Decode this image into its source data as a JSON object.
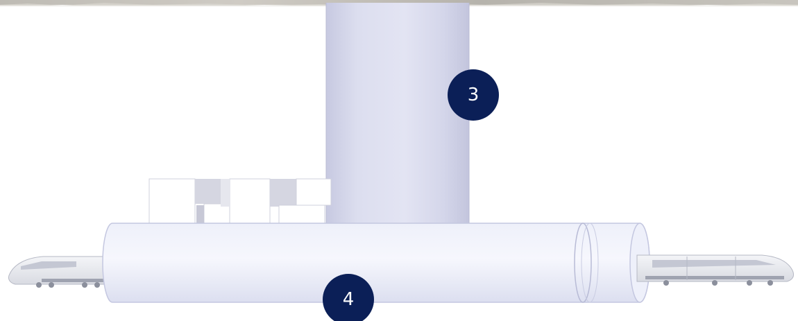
{
  "markers": [
    {
      "label": "3",
      "target": "vertical-shaft"
    },
    {
      "label": "4",
      "target": "horizontal-tunnel"
    }
  ],
  "colors": {
    "marker_fill": "#0b1f57",
    "marker_text": "#ffffff",
    "shaft_light": "#e2e3f2",
    "shaft_mid": "#d4d6eb",
    "shaft_dark": "#b9bbd3",
    "tunnel_light": "#f3f4fb",
    "tunnel_mid": "#e7e8f6",
    "tunnel_edge": "#c7c9e3",
    "building_face": "#ffffff",
    "building_shadow": "#d6d6e2",
    "building_stroke": "#c9c9d6",
    "ground_strip": "#bdbab3"
  },
  "elements": {
    "ground": "ground-strip",
    "shaft": "vertical-shaft",
    "tunnel": "horizontal-tunnel",
    "buildings": "surface-buildings",
    "trains": [
      "train-left",
      "train-right"
    ]
  }
}
